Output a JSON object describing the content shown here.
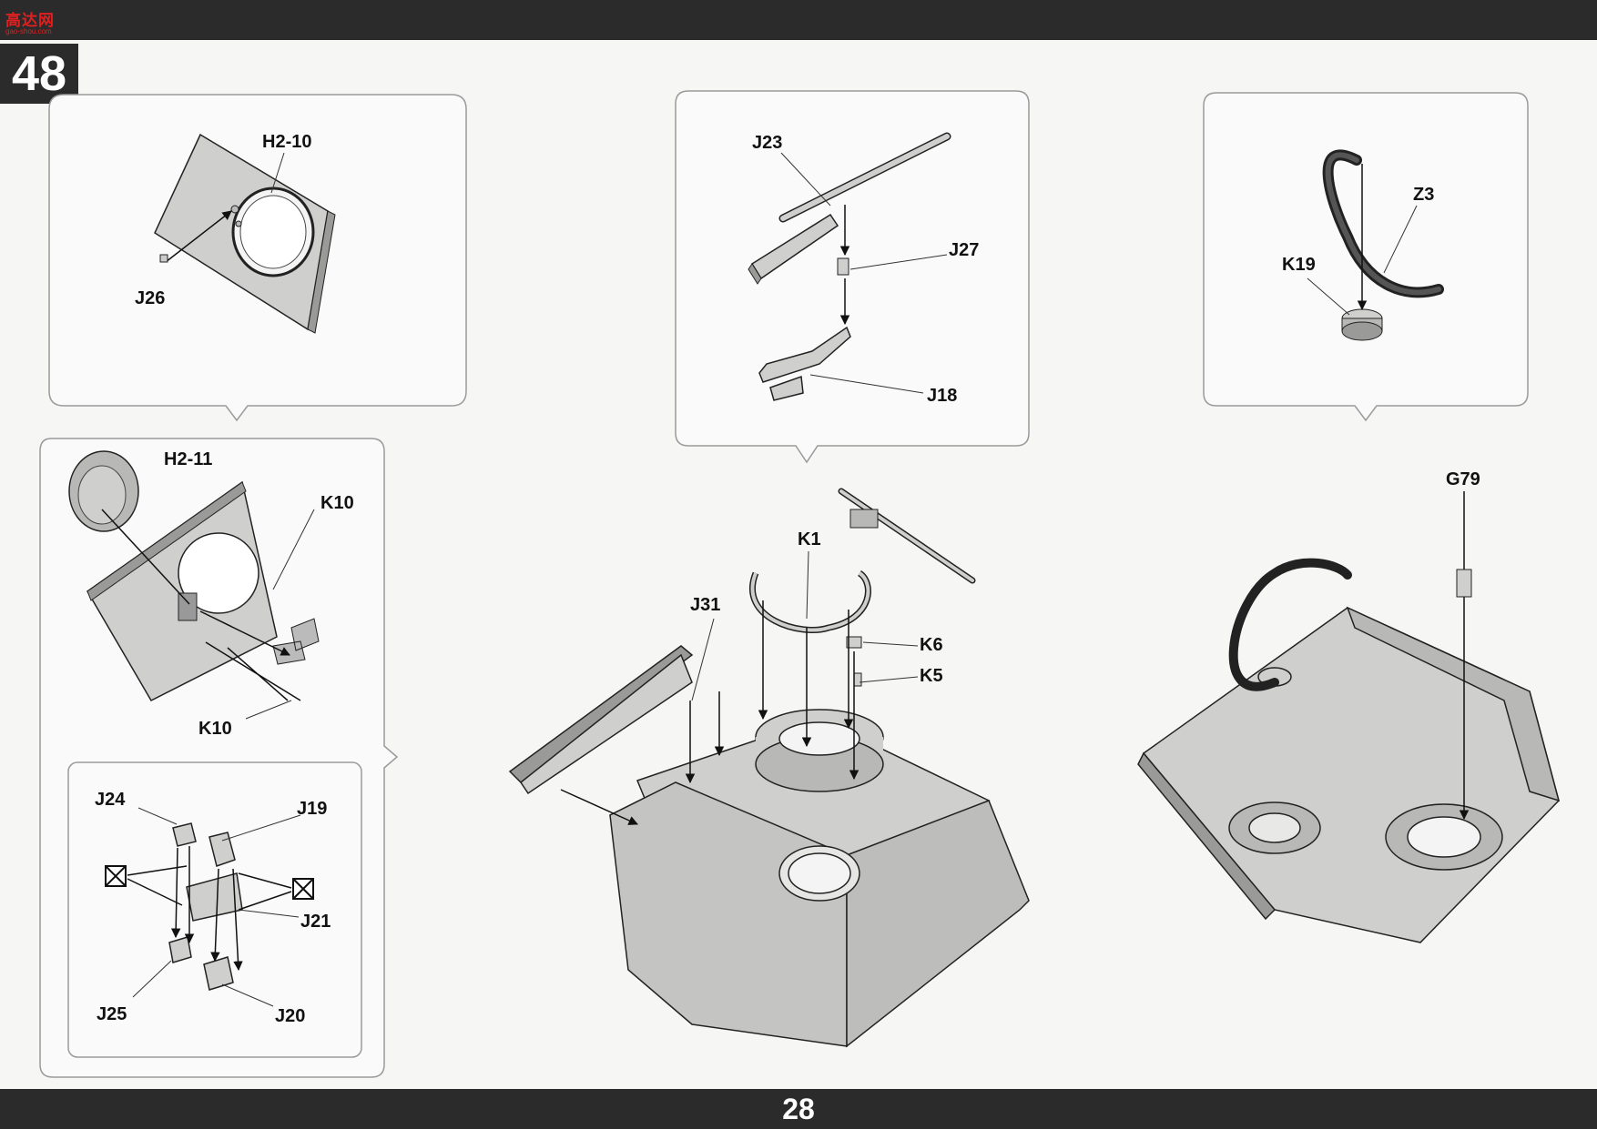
{
  "header": {
    "logo_text": "高达网",
    "logo_sub": "gao-shou.com",
    "step_number": "48"
  },
  "footer": {
    "page_number": "28"
  },
  "labels": {
    "h2_10": "H2-10",
    "j26": "J26",
    "h2_11": "H2-11",
    "k10_a": "K10",
    "k10_b": "K10",
    "j24": "J24",
    "j19": "J19",
    "j21": "J21",
    "j25": "J25",
    "j20": "J20",
    "j23": "J23",
    "j27": "J27",
    "j18": "J18",
    "z3": "Z3",
    "k19": "K19",
    "k1": "K1",
    "j31": "J31",
    "k6": "K6",
    "k5": "K5",
    "g79": "G79"
  },
  "icons": [
    "no-glue-icon",
    "no-glue-icon"
  ],
  "colors": {
    "bar": "#2b2b2b",
    "part_fill": "#cfcfcd",
    "part_dark": "#9a9a98",
    "line": "#222222",
    "callout_border": "#9a9a9a"
  }
}
